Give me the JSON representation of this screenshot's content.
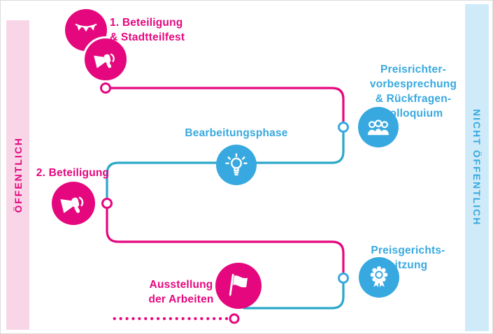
{
  "colors": {
    "pink": "#e5077e",
    "blue": "#38a9e0",
    "teal_line": "#2ba8c9",
    "pink_bar_bg": "#f8d6e8",
    "blue_bar_bg": "#cfeaf8",
    "background": "#ffffff"
  },
  "sidebars": {
    "left_label": "ÖFFENTLICH",
    "right_label": "NICHT ÖFFENTLICH"
  },
  "nodes": {
    "step1": {
      "line1": "1. Beteiligung",
      "line2": "& Stadtteilfest",
      "icon_top": "bunting-icon",
      "icon_bottom": "megaphone-icon"
    },
    "jury_briefing": {
      "line1": "Preisrichter-",
      "line2": "vorbesprechung",
      "line3": "& Rückfragen-",
      "line4": "kolloquium",
      "icon": "audience-icon"
    },
    "work_phase": {
      "label": "Bearbeitungsphase",
      "icon": "lightbulb-icon"
    },
    "step2": {
      "label": "2. Beteiligung",
      "icon": "megaphone-icon"
    },
    "jury_session": {
      "line1": "Preisgerichts-",
      "line2": "sitzung",
      "icon": "award-rosette-icon"
    },
    "exhibition": {
      "line1": "Ausstellung",
      "line2": "der Arbeiten",
      "icon": "flag-icon"
    }
  }
}
